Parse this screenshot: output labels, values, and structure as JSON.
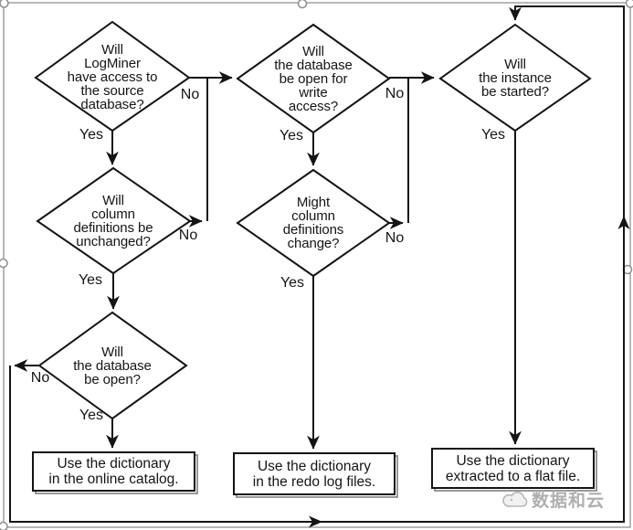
{
  "colors": {
    "line": "#141414",
    "selection_frame": "#9a9a9a",
    "watermark_text": "#ababab",
    "background": "#ffffff"
  },
  "flowchart": {
    "decisions": [
      {
        "text": "Will\nLogMiner\nhave access to\nthe source\ndatabase?",
        "yes_label": "Yes",
        "no_label": "No"
      },
      {
        "text": "Will\nthe database\nbe open for\nwrite\naccess?",
        "yes_label": "Yes",
        "no_label": "No"
      },
      {
        "text": "Will\nthe instance\nbe started?",
        "yes_label": "Yes"
      },
      {
        "text": "Will\ncolumn\ndefinitions be\nunchanged?",
        "yes_label": "Yes",
        "no_label": "No"
      },
      {
        "text": "Might\ncolumn\ndefinitions\nchange?",
        "yes_label": "Yes",
        "no_label": "No"
      },
      {
        "text": "Will\nthe database\nbe open?",
        "yes_label": "Yes",
        "no_label": "No"
      }
    ],
    "results": [
      {
        "text": "Use the dictionary\nin the online catalog."
      },
      {
        "text": "Use the dictionary\nin the redo log files."
      },
      {
        "text": "Use the dictionary\nextracted to a flat file."
      }
    ]
  },
  "watermark": {
    "text": "数据和云",
    "logo": "data-cloud-logo"
  }
}
